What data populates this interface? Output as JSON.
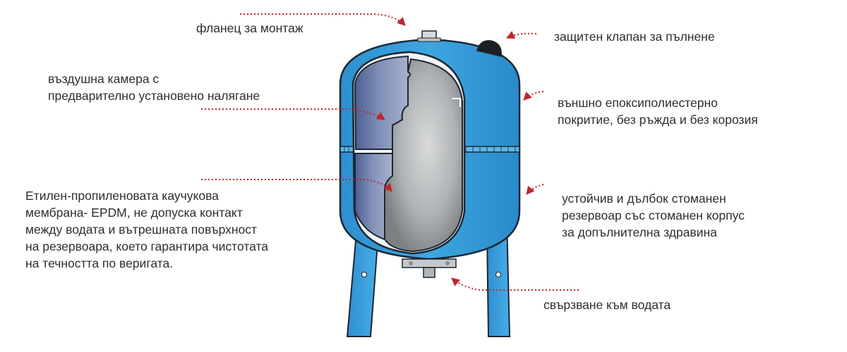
{
  "labels": {
    "flange": [
      "фланец за монтаж"
    ],
    "valve": [
      "защитен клапан за пълнене"
    ],
    "air_chamber": [
      "въздушна камера с",
      "предварително установено налягане"
    ],
    "coating": [
      "външно епоксиполиестерно",
      "покритие, без ръжда и без корозия"
    ],
    "membrane": [
      "Етилен-пропиленовата каучукова",
      "мембрана- EPDM, не допуска контакт",
      "между водата и вътрешната повърхност",
      "на резервоара, което гарантира чистотата",
      "на течността по веригата."
    ],
    "tank": [
      "устойчив и дълбок стоманен",
      "резервоар със стоманен корпус",
      "за допълнителна здравина"
    ],
    "water_connection": [
      "свързване към водата"
    ]
  },
  "colors": {
    "tank_blue": "#3aa0db",
    "tank_blue_dark": "#1f7fbf",
    "outline": "#1b2733",
    "arrow_red": "#c0262c",
    "membrane_grey": "#a9acae",
    "air_chamber_blue": "#6f7fa8"
  },
  "icons": [
    "tank-diagram",
    "pointer-arrow"
  ]
}
